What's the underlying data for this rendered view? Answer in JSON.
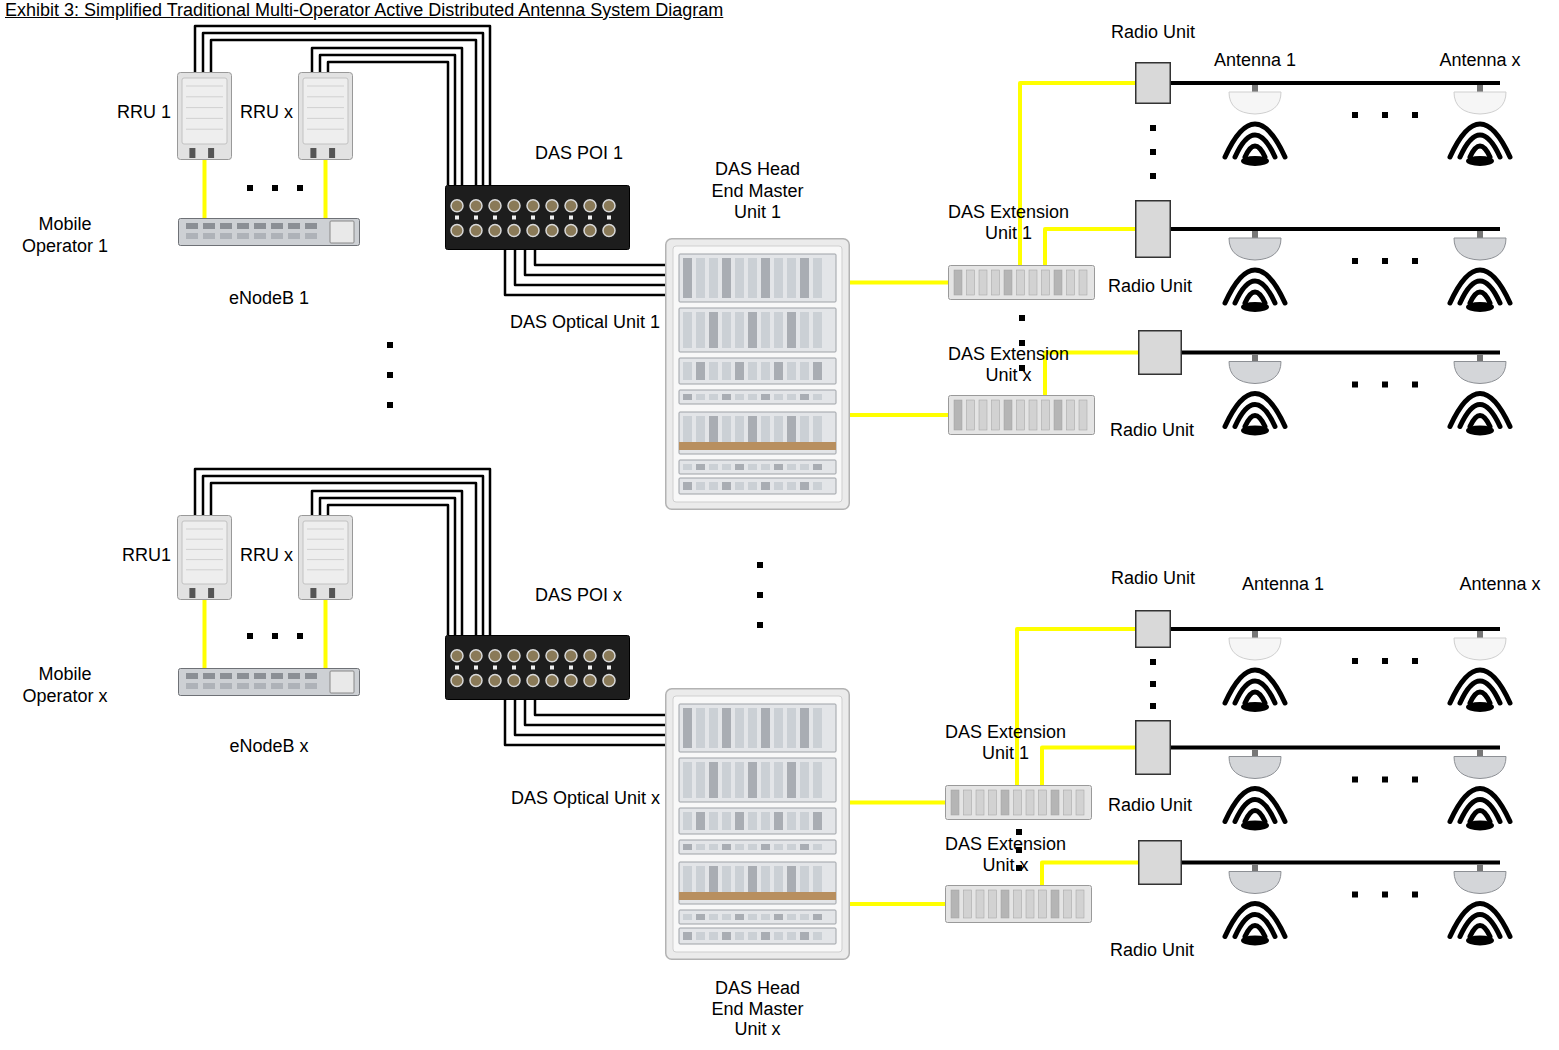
{
  "diagram": {
    "title": "Exhibit 3: Simplified Traditional Multi-Operator Active Distributed Antenna System Diagram",
    "nodes": [
      {
        "text": [
          "RRU 1"
        ]
      },
      {
        "text": [
          "RRU x"
        ]
      },
      {
        "text": [
          "eNodeB 1"
        ]
      },
      {
        "text": [
          "DAS POI 1"
        ]
      },
      {
        "text": [
          "DAS Head End Master Unit 1",
          "DAS Optical Unit 1"
        ]
      },
      {
        "text": [
          "DAS Extension Unit 1"
        ]
      },
      {
        "text": [
          "DAS Extension Unit x"
        ]
      },
      {
        "text": [
          "Radio Unit"
        ]
      },
      {
        "text": [
          "Radio Unit"
        ]
      },
      {
        "text": [
          "Radio Unit"
        ]
      },
      {
        "text": [
          "RRU1"
        ]
      },
      {
        "text": [
          "RRU x"
        ]
      },
      {
        "text": [
          "eNodeB x"
        ]
      },
      {
        "text": [
          "DAS POI x"
        ]
      },
      {
        "text": [
          "DAS Head End Master Unit x",
          "DAS Optical Unit x"
        ]
      },
      {
        "text": [
          "DAS Extension Unit 1"
        ]
      },
      {
        "text": [
          "DAS Extension Unit x"
        ]
      },
      {
        "text": [
          "Radio Unit"
        ]
      },
      {
        "text": [
          "Radio Unit"
        ]
      },
      {
        "text": [
          "Radio Unit"
        ]
      }
    ],
    "edges": [
      {
        "from": 0,
        "to": 2,
        "arrow": "none"
      },
      {
        "from": 1,
        "to": 2,
        "arrow": "none"
      },
      {
        "from": 0,
        "to": 3,
        "arrow": "none"
      },
      {
        "from": 1,
        "to": 3,
        "arrow": "none"
      },
      {
        "from": 3,
        "to": 4,
        "arrow": "none"
      },
      {
        "from": 4,
        "to": 5,
        "arrow": "none"
      },
      {
        "from": 4,
        "to": 6,
        "arrow": "none"
      },
      {
        "from": 5,
        "to": 7,
        "arrow": "none"
      },
      {
        "from": 5,
        "to": 8,
        "arrow": "none"
      },
      {
        "from": 6,
        "to": 9,
        "arrow": "none"
      },
      {
        "from": 10,
        "to": 12,
        "arrow": "none"
      },
      {
        "from": 11,
        "to": 12,
        "arrow": "none"
      },
      {
        "from": 10,
        "to": 13,
        "arrow": "none"
      },
      {
        "from": 11,
        "to": 13,
        "arrow": "none"
      },
      {
        "from": 13,
        "to": 14,
        "arrow": "none"
      },
      {
        "from": 14,
        "to": 15,
        "arrow": "none"
      },
      {
        "from": 14,
        "to": 16,
        "arrow": "none"
      },
      {
        "from": 15,
        "to": 17,
        "arrow": "none"
      },
      {
        "from": 15,
        "to": 18,
        "arrow": "none"
      },
      {
        "from": 16,
        "to": 19,
        "arrow": "none"
      }
    ],
    "labels": [
      "Antenna 1",
      "Antenna x",
      "Mobile Operator 1",
      "Antenna 1",
      "Antenna x",
      "Mobile Operator x"
    ]
  }
}
